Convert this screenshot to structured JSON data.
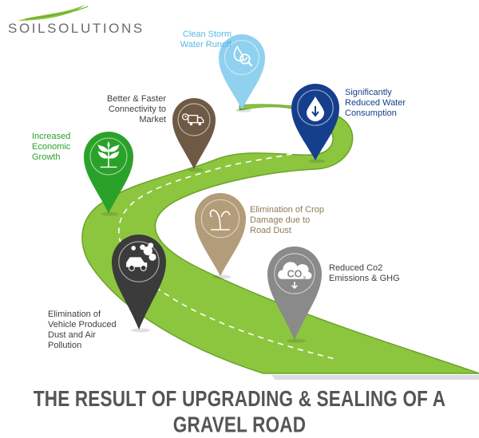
{
  "brand": {
    "logo_text": "SOILSOLUTIONS"
  },
  "footer": {
    "title": "THE RESULT OF UPGRADING & SEALING OF A GRAVEL ROAD"
  },
  "colors": {
    "road": "#8cc63f",
    "road_edge": "#6aa32a",
    "road_shadow": "#dcdcdc",
    "dash": "#ffffff"
  },
  "markers": [
    {
      "id": "storm-water",
      "icon": "water-drop-magnifier-icon",
      "color": "#8fd1ef",
      "text_color": "#5bb8e3",
      "lines": [
        "Clean Storm",
        "Water Runoff"
      ]
    },
    {
      "id": "water-consumption",
      "icon": "water-drop-icon",
      "color": "#153f8c",
      "text_color": "#153f8c",
      "lines": [
        "Significantly",
        "Reduced Water",
        "Consumption"
      ]
    },
    {
      "id": "connectivity",
      "icon": "delivery-truck-icon",
      "color": "#6e5a44",
      "text_color": "#3f3f3f",
      "lines": [
        "Better & Faster",
        "Connectivity to",
        "Market"
      ]
    },
    {
      "id": "economic-growth",
      "icon": "plant-icon",
      "color": "#2aa22a",
      "text_color": "#2aa22a",
      "lines": [
        "Increased",
        "Economic",
        "Growth"
      ]
    },
    {
      "id": "crop-damage",
      "icon": "wilted-plant-icon",
      "color": "#b39c79",
      "text_color": "#8f7b58",
      "lines": [
        "Elimination of Crop",
        "Damage due to",
        "Road Dust"
      ]
    },
    {
      "id": "co2",
      "icon": "co2-cloud-icon",
      "color": "#8a8a8a",
      "text_color": "#3f3f3f",
      "lines": [
        "Reduced Co2",
        "Emissions & GHG"
      ]
    },
    {
      "id": "vehicle-dust",
      "icon": "car-exhaust-icon",
      "color": "#3b3b3b",
      "text_color": "#3f3f3f",
      "lines": [
        "Elimination of",
        "Vehicle Produced",
        "Dust and Air",
        "Pollution"
      ]
    }
  ]
}
